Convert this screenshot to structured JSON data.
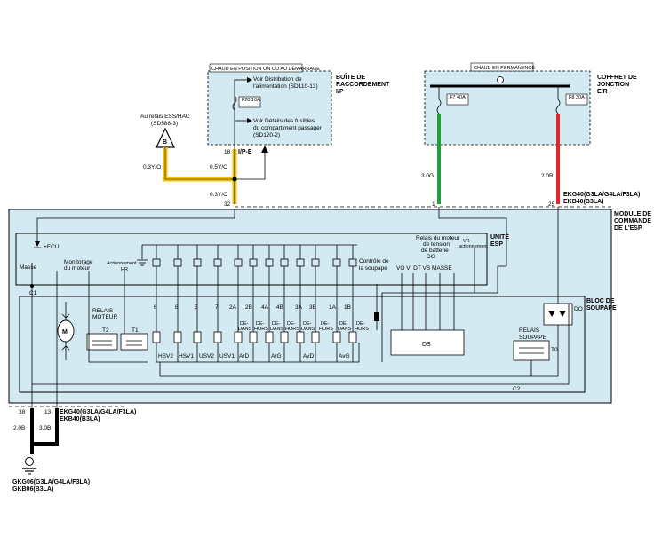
{
  "colors": {
    "background": "#ffffff",
    "module_fill": "#d4eaf2",
    "wire_yellow": "#f2c200",
    "wire_green": "#1f9e3a",
    "wire_red": "#e4262b",
    "wire_black": "#000000"
  },
  "junction_box_ip": {
    "header": "CHAUD EN POSITION ON OU AU DÉMARRAGE",
    "title_line1": "BOÎTE DE",
    "title_line2": "RACCORDEMENT",
    "title_line3": "I/P",
    "ref1_line1": "Voir Distribution de",
    "ref1_line2": "l'alimentation (SD110-13)",
    "fuse_label": "F20 10A",
    "ref2_line1": "Voir Détails des fusibles",
    "ref2_line2": "du compartiment passager",
    "ref2_line3": "(SD120-2)",
    "pin": "18",
    "connector": "I/P-E"
  },
  "junction_box_er": {
    "header": "CHAUD EN PERMANENCE",
    "title_line1": "COFFRET DE",
    "title_line2": "JONCTION",
    "title_line3": "E/R",
    "fuse1_label": "F7 40A",
    "fuse2_label": "F8 30A",
    "wire1": "3.0G",
    "wire2": "2.0R",
    "connector_line1": "EKG40(G3LA/G4LA/F3LA)",
    "connector_line2": "EKB40(B3LA)"
  },
  "ess_relay": {
    "label_line1": "Au relais ESS/HAC",
    "label_line2": "(SD588-3)",
    "node": "B",
    "wire": "0.3Y/O"
  },
  "wires": {
    "y1": "0.3Y/O",
    "y2": "0.5Y/O",
    "y3": "0.3Y/O",
    "pin32": "32",
    "pin1": "1",
    "pin25": "25",
    "pin38": "38",
    "pin13": "13",
    "gnd1": "2.0B",
    "gnd2": "3.0B"
  },
  "esp_module": {
    "title_line1": "MODULE DE",
    "title_line2": "COMMANDE",
    "title_line3": "DE L'ESP",
    "ecu": "+ECU",
    "masse": "Masse",
    "monitoring_line1": "Monitorage",
    "monitoring_line2": "du moteur",
    "actuation_line1": "Actionnement",
    "actuation_line2": "HR",
    "valve_ctrl_line1": "Contrôle de",
    "valve_ctrl_line2": "la soupape",
    "relay_voltage_line1": "Relais du moteur",
    "relay_voltage_line2": "de tension",
    "relay_voltage_line3": "de batterie",
    "dg": "DG",
    "vr_line1": "VR-",
    "vr_line2": "actionnement",
    "unit_line1": "UNITÉ",
    "unit_line2": "ESP",
    "signals": "VO  VI    DT   VS  MASSE",
    "c1": "C1",
    "c2": "C2"
  },
  "valve_block": {
    "title_line1": "BLOC DE",
    "title_line2": "SOUPAPE",
    "motor_relay_line1": "RELAIS",
    "motor_relay_line2": "MOTEUR",
    "t2": "T2",
    "t1": "T1",
    "motor": "M",
    "valve_relay_line1": "RELAIS",
    "valve_relay_line2": "SOUPAPE",
    "t0": "T0",
    "do": "DO",
    "ds": "DS",
    "valve_numbers": [
      "6",
      "8",
      "5",
      "7",
      "2A",
      "2B",
      "4A",
      "4B",
      "3A",
      "3B",
      "1A",
      "1B"
    ],
    "dedans": "DE-",
    "dedans2": "DANS",
    "dehors": "DE-",
    "dehors2": "HORS",
    "valve_names": [
      "HSV2",
      "HSV1",
      "USV2",
      "USV1",
      "ArD",
      "ArG",
      "AvD",
      "AvG"
    ]
  },
  "ground": {
    "line1": "GKG06(G3LA/G4LA/F3LA)",
    "line2": "GKB06(B3LA)"
  },
  "bottom_connector": {
    "line1": "EKG40(G3LA/G4LA/F3LA)",
    "line2": "EKB40(B3LA)"
  }
}
